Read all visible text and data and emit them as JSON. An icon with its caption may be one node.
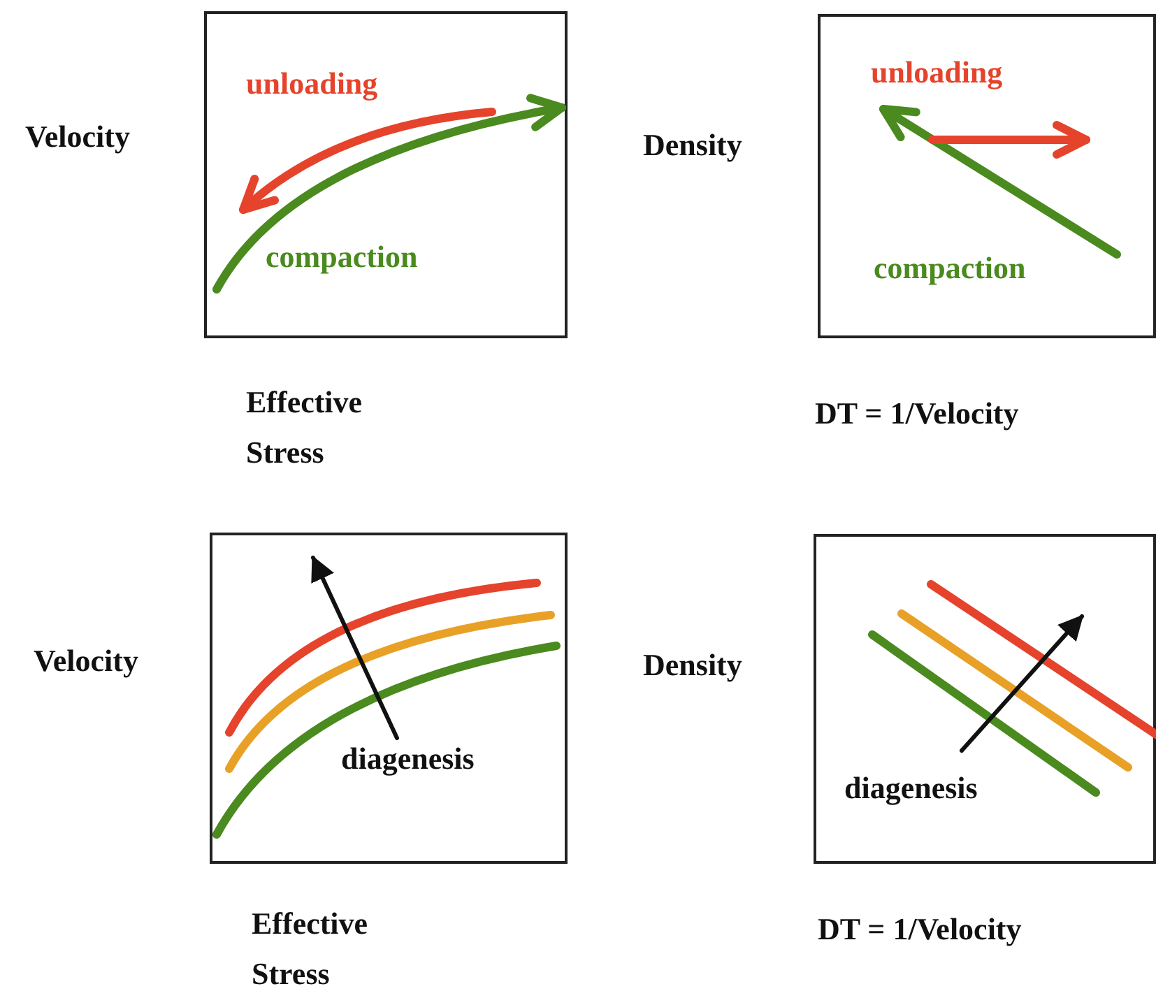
{
  "diagram": {
    "nodes": [
      {
        "text": [
          "unloading",
          "compaction"
        ],
        "beside": [
          "Velocity",
          "Effective Stress"
        ]
      },
      {
        "text": [
          "unloading",
          "compaction"
        ],
        "beside": [
          "Density",
          "DT = 1/Velocity"
        ]
      },
      {
        "text": [
          "diagenesis"
        ],
        "beside": [
          "Velocity",
          "Effective Stress"
        ]
      },
      {
        "text": [
          "diagenesis"
        ],
        "beside": [
          "Density",
          "DT = 1/Velocity"
        ]
      }
    ]
  }
}
